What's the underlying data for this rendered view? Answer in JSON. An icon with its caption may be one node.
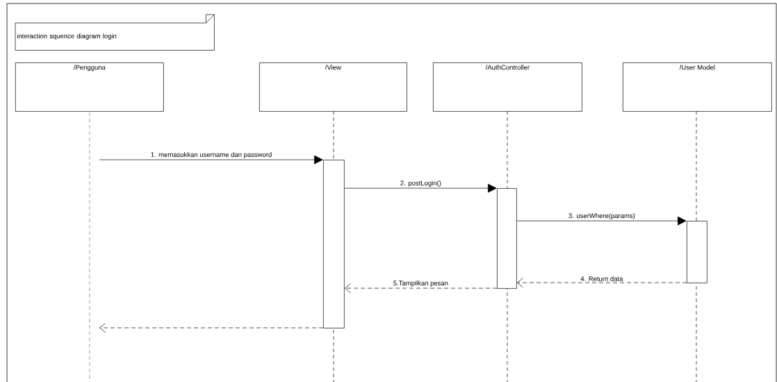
{
  "diagram": {
    "nodes": [
      {
        "text": [
          "interaction squence diagram login"
        ]
      },
      {
        "text": [
          "/Pengguna"
        ]
      },
      {
        "text": [
          "/View"
        ]
      },
      {
        "text": [
          "/AuthController"
        ]
      },
      {
        "text": [
          "/User Model"
        ]
      },
      {
        "text": [],
        "shape": "bar"
      },
      {
        "text": [],
        "shape": "bar"
      },
      {
        "text": [],
        "shape": "bar"
      }
    ],
    "edges": [
      {
        "from": null,
        "to": 5,
        "arrow": "to",
        "label": "1. memasukkan username dan password"
      },
      {
        "from": 5,
        "to": 6,
        "arrow": "to",
        "label": "2. postLogin()"
      },
      {
        "from": 6,
        "to": 7,
        "arrow": "to",
        "label": "3. userWhere(params)"
      },
      {
        "from": 7,
        "to": 6,
        "arrow": "to",
        "label": "4. Return data",
        "style": "dashed"
      },
      {
        "from": 6,
        "to": 5,
        "arrow": "to",
        "label": "5.Tampilkan pesan",
        "style": "dashed"
      },
      {
        "from": 5,
        "to": null,
        "arrow": "to",
        "style": "dashed"
      }
    ]
  }
}
